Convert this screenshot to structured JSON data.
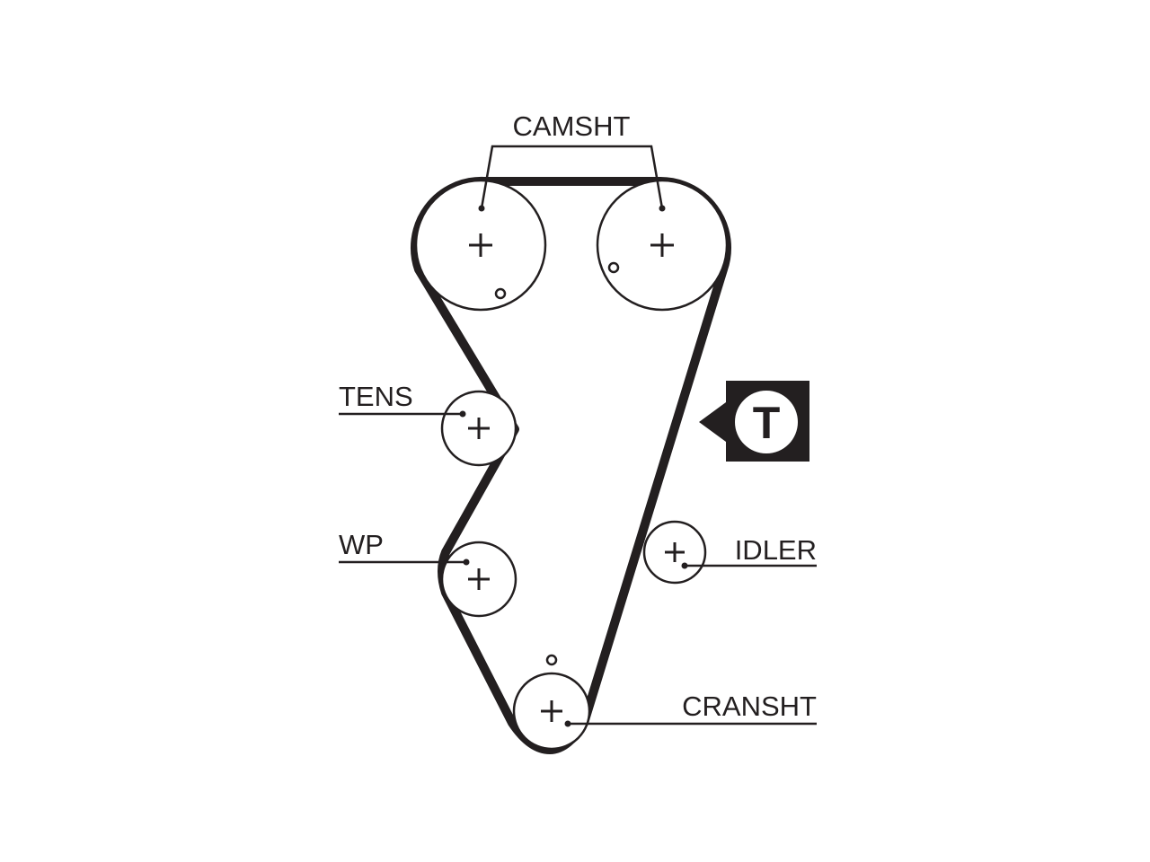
{
  "labels": {
    "camshaft": "CAMSHT",
    "tensioner": "TENS",
    "water_pump": "WP",
    "idler": "IDLER",
    "crankshaft": "CRANSHT",
    "tension_badge": "T"
  },
  "colors": {
    "ink": "#231f20",
    "background": "#ffffff"
  }
}
